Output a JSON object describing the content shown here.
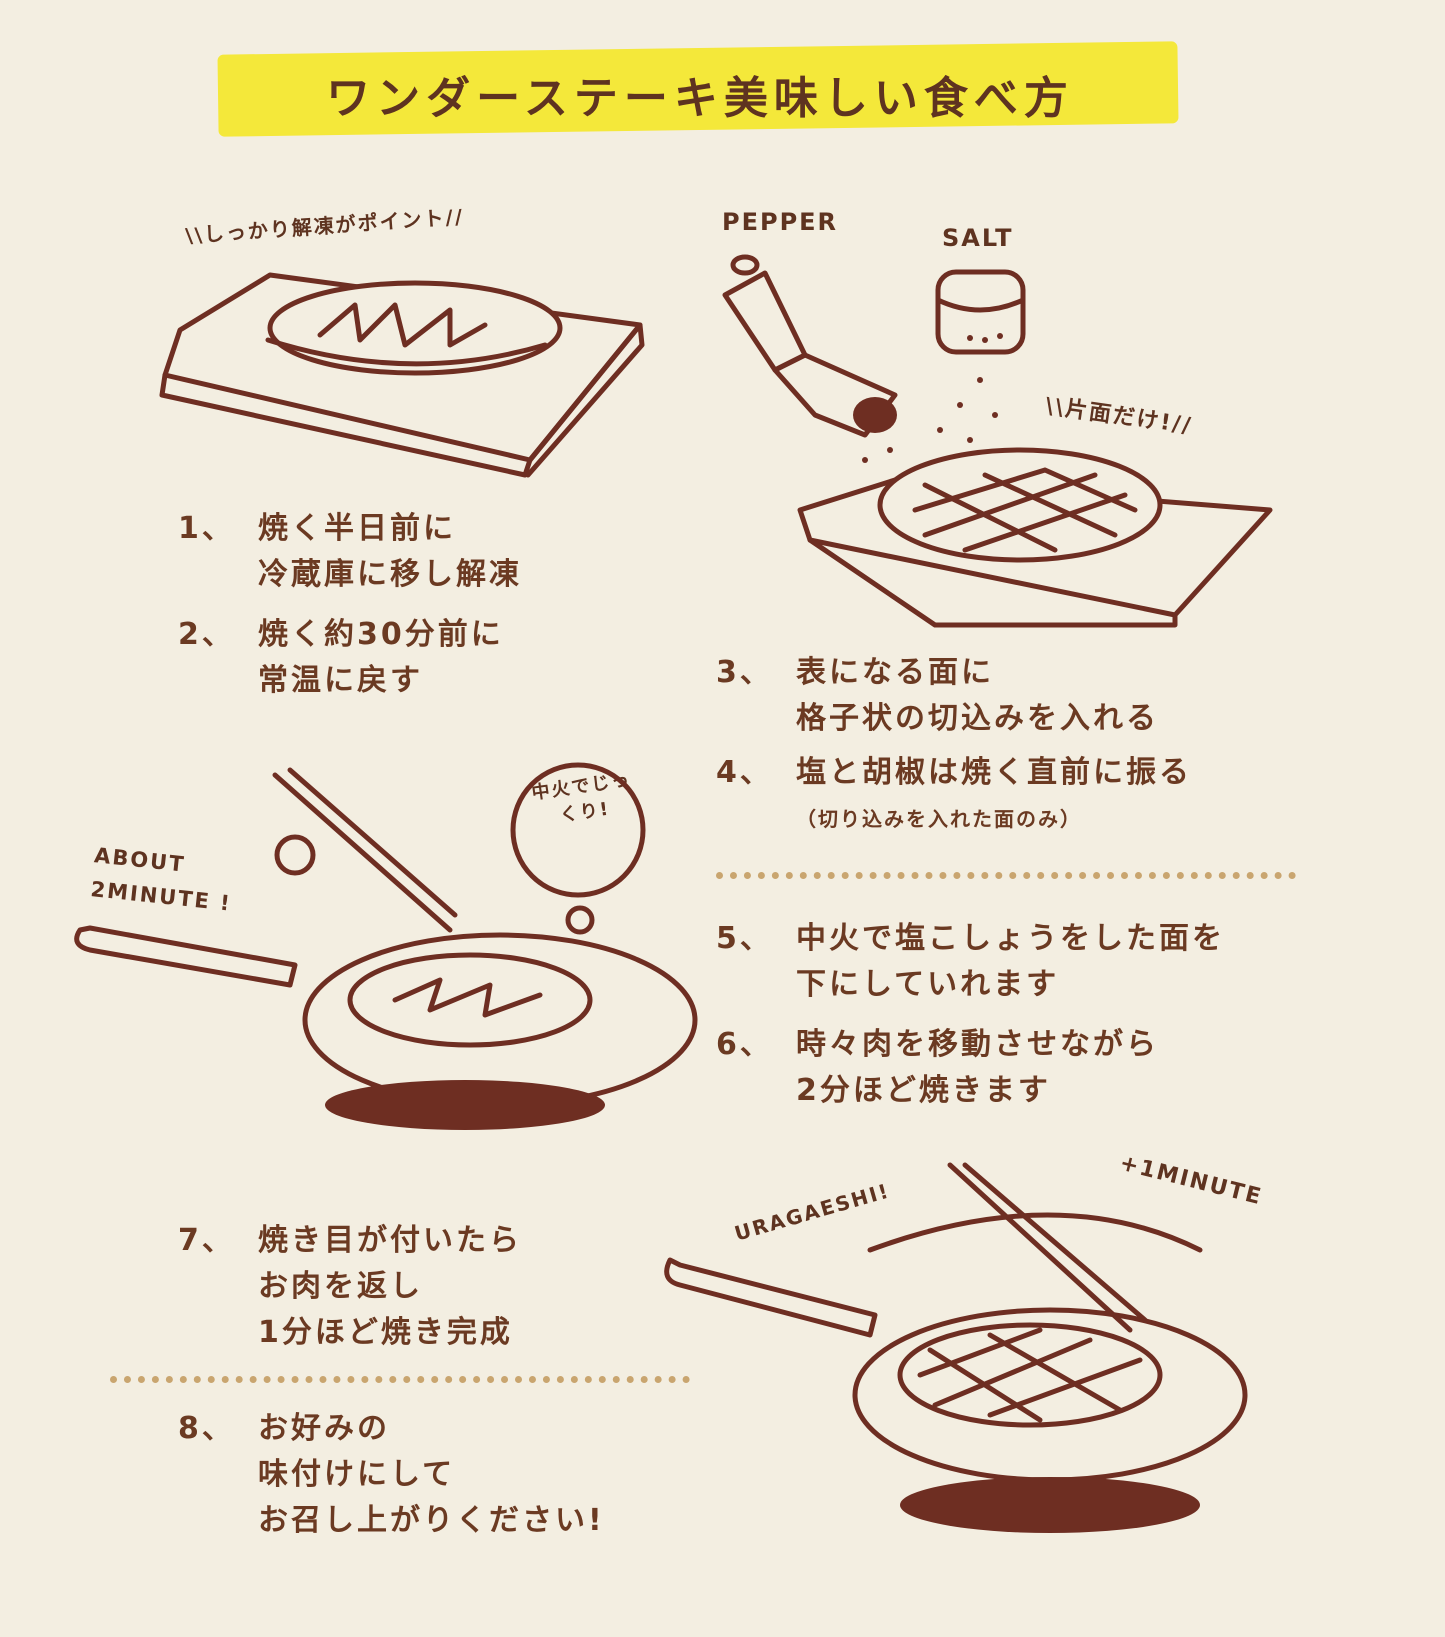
{
  "title": "ワンダーステーキ美味しい食べ方",
  "captions": {
    "thaw_point": "\\\\しっかり解凍がポイント//",
    "pepper": "PEPPER",
    "salt": "SALT",
    "one_side": "\\\\片面だけ!//",
    "medium_heat": "中火でじっくり!",
    "about_2min": "ABOUT 2MINUTE !",
    "uragaeshi": "URAGAESHI!",
    "plus_1min": "+1MINUTE"
  },
  "steps": [
    {
      "num": "1、",
      "lines": [
        "焼く半日前に",
        "冷蔵庫に移し解凍"
      ]
    },
    {
      "num": "2、",
      "lines": [
        "焼く約30分前に",
        "常温に戻す"
      ]
    },
    {
      "num": "3、",
      "lines": [
        "表になる面に",
        "格子状の切込みを入れる"
      ]
    },
    {
      "num": "4、",
      "lines": [
        "塩と胡椒は焼く直前に振る"
      ],
      "note": "（切り込みを入れた面のみ）"
    },
    {
      "num": "5、",
      "lines": [
        "中火で塩こしょうをした面を",
        "下にしていれます"
      ]
    },
    {
      "num": "6、",
      "lines": [
        "時々肉を移動させながら",
        "2分ほど焼きます"
      ]
    },
    {
      "num": "7、",
      "lines": [
        "焼き目が付いたら",
        "お肉を返し",
        "1分ほど焼き完成"
      ]
    },
    {
      "num": "8、",
      "lines": [
        "お好みの",
        "味付けにして",
        "お召し上がりください!"
      ]
    }
  ],
  "colors": {
    "background": "#f3eee1",
    "ink": "#6b3a22",
    "highlight": "#f4e83a",
    "dots": "#c9a56f"
  }
}
